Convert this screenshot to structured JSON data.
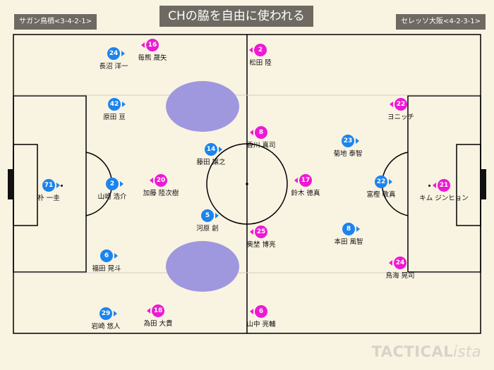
{
  "title": "CHの脇を自由に使われる",
  "home_team": "サガン鳥栖<3-4-2-1>",
  "away_team": "セレッソ大阪<4-2-3-1>",
  "watermark": {
    "main": "TACTICAL",
    "italic": "ista"
  },
  "colors": {
    "home": "#1b84ee",
    "away": "#ee19d4",
    "zone": "#9f98de"
  },
  "home_players": [
    {
      "number": "71",
      "name": "朴 一圭",
      "has_ball": true
    },
    {
      "number": "24",
      "name": "長沼 洋一"
    },
    {
      "number": "42",
      "name": "原田 亘"
    },
    {
      "number": "14",
      "name": "藤田 譲之"
    },
    {
      "number": "2",
      "name": "山崎 浩介"
    },
    {
      "number": "5",
      "name": "河原 創"
    },
    {
      "number": "6",
      "name": "福田 晃斗"
    },
    {
      "number": "29",
      "name": "岩崎 悠人"
    },
    {
      "number": "23",
      "name": "菊地 泰智"
    },
    {
      "number": "22",
      "name": "富樫 敬真"
    },
    {
      "number": "8",
      "name": "本田 風智"
    }
  ],
  "away_players": [
    {
      "number": "16",
      "name": "毎熊 晟矢"
    },
    {
      "number": "2",
      "name": "松田 陸"
    },
    {
      "number": "22",
      "name": "ヨニッチ"
    },
    {
      "number": "8",
      "name": "香川 真司"
    },
    {
      "number": "20",
      "name": "加藤 陸次樹"
    },
    {
      "number": "17",
      "name": "鈴木 徳真"
    },
    {
      "number": "21",
      "name": "キム ジンヒョン",
      "has_ball": true
    },
    {
      "number": "25",
      "name": "奥埜 博亮"
    },
    {
      "number": "24",
      "name": "鳥海 晃司"
    },
    {
      "number": "18",
      "name": "為田 大貴"
    },
    {
      "number": "6",
      "name": "山中 亮輔"
    }
  ]
}
